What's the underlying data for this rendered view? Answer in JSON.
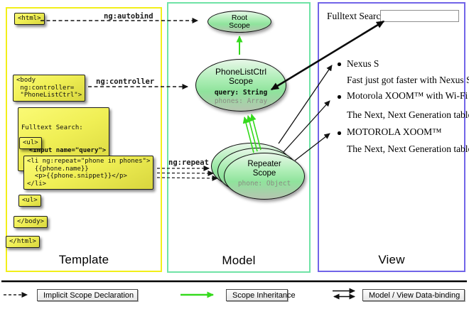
{
  "panels": {
    "template": {
      "label": "Template"
    },
    "model": {
      "label": "Model"
    },
    "view": {
      "label": "View"
    }
  },
  "template_code": {
    "html_open": "<html>",
    "body_open": "<body\n ng:controller=\n \"PhoneListCtrl\">",
    "fulltext_line1": "Fulltext Search:",
    "fulltext_line2": "  <input name=\"query\">",
    "ul_open": "<ul>",
    "li_block": "<li ng:repeat=\"phone in phones\">\n  {{phone.name}}\n  <p>{{phone.snippet}}</p>\n</li>",
    "ul_close": "<ul>",
    "body_close": "</body>",
    "html_close": "</html>"
  },
  "annotations": {
    "autobind": "ng:autobind",
    "controller": "ng:controller",
    "repeat": "ng:repeat"
  },
  "model_scopes": {
    "root": {
      "title": "Root\nScope"
    },
    "phonelist": {
      "title": "PhoneListCtrl\nScope",
      "prop1": "query: String",
      "prop2": "phones: Array"
    },
    "repeater": {
      "title": "Repeater\nScope",
      "prop1": "phone: Object"
    }
  },
  "view": {
    "search_label": "Fulltext Search:",
    "search_value": "",
    "items": [
      {
        "title": "Nexus S",
        "snippet": "Fast just got faster with Nexus S."
      },
      {
        "title": "Motorola XOOM™  with Wi-Fi",
        "snippet": "The Next, Next Generation tablet."
      },
      {
        "title": "MOTOROLA XOOM™",
        "snippet": "The Next, Next Generation tablet."
      }
    ]
  },
  "legend": {
    "implicit": "Implicit Scope Declaration",
    "inheritance": "Scope Inheritance",
    "databinding": "Model / View Data-binding"
  },
  "colors": {
    "template_border": "#f2ef19",
    "model_border": "#6fe3a6",
    "view_border": "#7164e8",
    "green_arrow": "#35da1d",
    "code_box_fill": "#eeec4d"
  }
}
